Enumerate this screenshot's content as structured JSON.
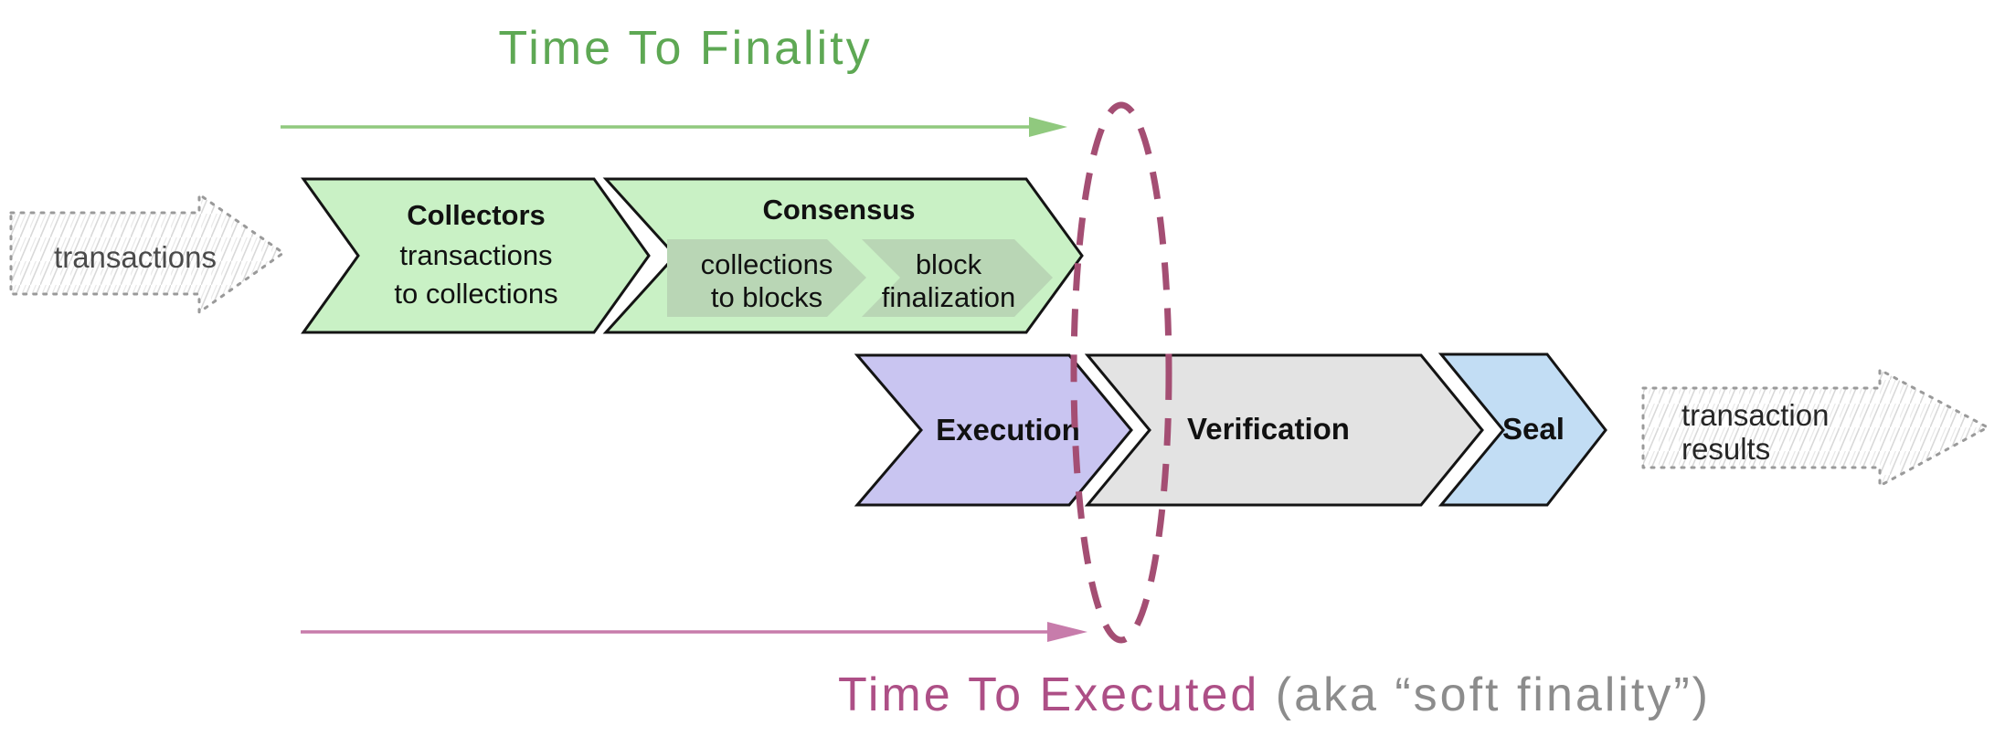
{
  "diagram": {
    "top_timeline": {
      "title": "Time To Finality",
      "title_color": "#5ea854",
      "arrow_color": "#90c97e"
    },
    "bottom_timeline": {
      "title": "Time To Executed",
      "suffix": " (aka “soft finality”)",
      "title_color": "#ad4f86",
      "suffix_color": "#8c8c8c",
      "arrow_color": "#c77cab"
    },
    "soft_finality_ellipse": {
      "color": "#a44e73"
    },
    "input_arrow": {
      "label": "transactions"
    },
    "output_arrow": {
      "label_line1": "transaction",
      "label_line2": "results"
    },
    "stages": {
      "collectors": {
        "title": "Collectors",
        "line1": "transactions",
        "line2": "to collections",
        "fill": "#c9f1c5"
      },
      "consensus": {
        "title": "Consensus",
        "fill": "#c9f1c5",
        "sub_fill": "#b9d6b5",
        "sub1": {
          "line1": "collections",
          "line2": "to blocks"
        },
        "sub2": {
          "line1": "block",
          "line2": "finalization"
        }
      },
      "execution": {
        "title": "Execution",
        "fill": "#c9c5f1"
      },
      "verification": {
        "title": "Verification",
        "fill": "#e3e3e3"
      },
      "seal": {
        "title": "Seal",
        "fill": "#c2ddf4"
      }
    }
  }
}
